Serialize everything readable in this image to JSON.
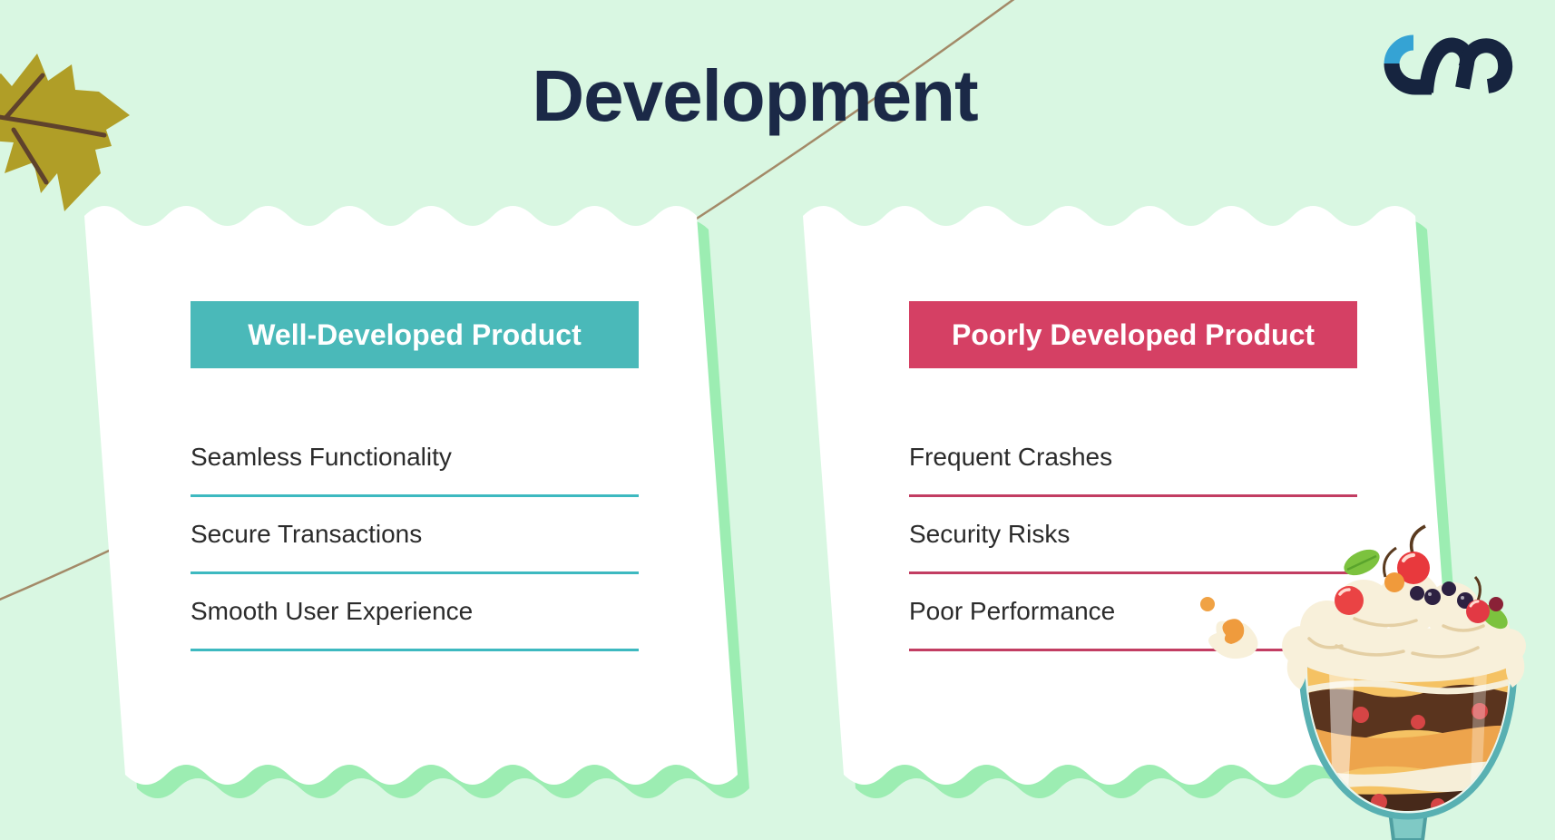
{
  "header": {
    "title": "Development"
  },
  "brand": {
    "logo_name": "tro-logo"
  },
  "comparison": {
    "left": {
      "header": "Well-Developed Product",
      "items": [
        "Seamless Functionality",
        "Secure Transactions",
        "Smooth User Experience"
      ]
    },
    "right": {
      "header": "Poorly Developed Product",
      "items": [
        "Frequent Crashes",
        "Security Risks",
        "Poor Performance"
      ]
    }
  },
  "decorations": {
    "top_left": "autumn-leaf-illustration",
    "top": "curved-line-decoration",
    "bottom_right": "trifle-dessert-illustration"
  },
  "colors": {
    "background": "#d9f7e2",
    "card_bg": "#ffffff",
    "card_shadow": "#9cedb2",
    "title": "#1b2947",
    "teal": "#4ab9b9",
    "teal_line": "#3db9c0",
    "pink": "#d54064",
    "pink_line": "#c23d62",
    "item_text": "#2b2b2b",
    "decor_line": "#a38a68",
    "leaf": "#b09e27",
    "leaf_vein": "#5f422c",
    "logo_blue": "#35a3d4",
    "logo_navy": "#16243f"
  }
}
